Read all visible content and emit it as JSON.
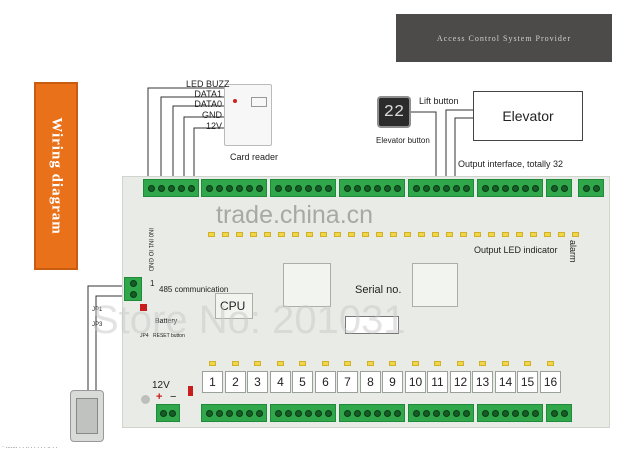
{
  "banner": {
    "text": "Access Control System Provider"
  },
  "side_title": "Wiring diagram",
  "reader": {
    "title": "Card reader",
    "pins": [
      "LED BUZZ",
      "DATA1",
      "DATA0",
      "GND",
      "12V"
    ]
  },
  "elevator": {
    "label": "Elevator",
    "lift_button_label": "Lift button",
    "elevator_button_label": "Elevator button",
    "lift_number": "22"
  },
  "board": {
    "output_interface": "Output interface, totally 32",
    "output_led": "Output LED indicator",
    "alarm": "alarm",
    "comm": "485 communication",
    "cpu": "CPU",
    "serial": "Serial no.",
    "battery": "Battery",
    "reset": "RESET button",
    "jp1": "JP1",
    "jp3": "JP3",
    "jp4": "JP4",
    "power": "12V",
    "plus": "+",
    "minus": "−",
    "comm_pin": "1",
    "side_text": "IN0 IN1 IO GND",
    "keys": [
      "1",
      "2",
      "3",
      "4",
      "5",
      "6",
      "7",
      "8",
      "9",
      "10",
      "11",
      "12",
      "13",
      "14",
      "15",
      "16"
    ]
  },
  "watermarks": {
    "site": "trade.china.cn",
    "store": "Store No: 201031"
  },
  "footer_text": "· ....... . . .. . . . . . .. . ."
}
